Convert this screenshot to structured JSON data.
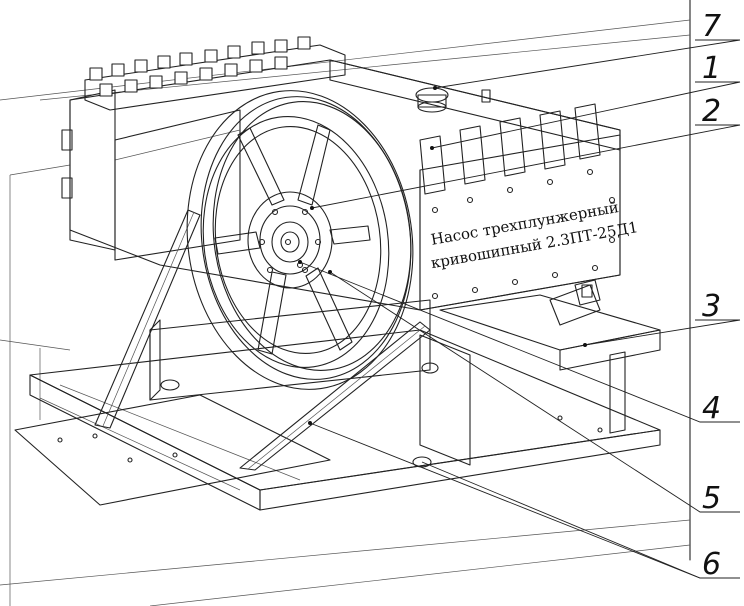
{
  "nameplate": {
    "line1": "Насос трехплунжерный",
    "line2": "кривошипный 2.3ПТ-25Д1"
  },
  "callouts": [
    {
      "id": "7",
      "label": "7"
    },
    {
      "id": "1",
      "label": "1"
    },
    {
      "id": "2",
      "label": "2"
    },
    {
      "id": "3",
      "label": "3"
    },
    {
      "id": "4",
      "label": "4"
    },
    {
      "id": "5",
      "label": "5"
    },
    {
      "id": "6",
      "label": "6"
    }
  ]
}
